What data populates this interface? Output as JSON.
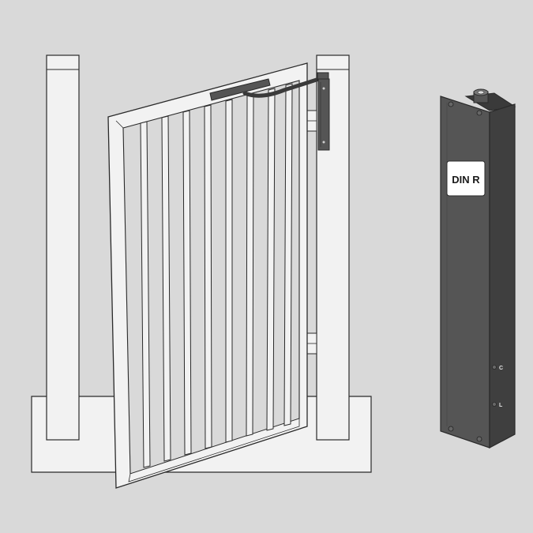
{
  "colors": {
    "background": "#d9d9d9",
    "structure_fill": "#f2f2f2",
    "outline": "#2a2a2a",
    "closer_body": "#555555",
    "closer_dark": "#3a3a3a",
    "label_bg": "#ffffff"
  },
  "closer_unit": {
    "label": "DIN R",
    "mark_c": "C",
    "mark_l": "L"
  },
  "icons": [
    "gate-diagram",
    "post-icon",
    "hinge-icon",
    "closer-arm-icon",
    "gate-closer-unit"
  ]
}
